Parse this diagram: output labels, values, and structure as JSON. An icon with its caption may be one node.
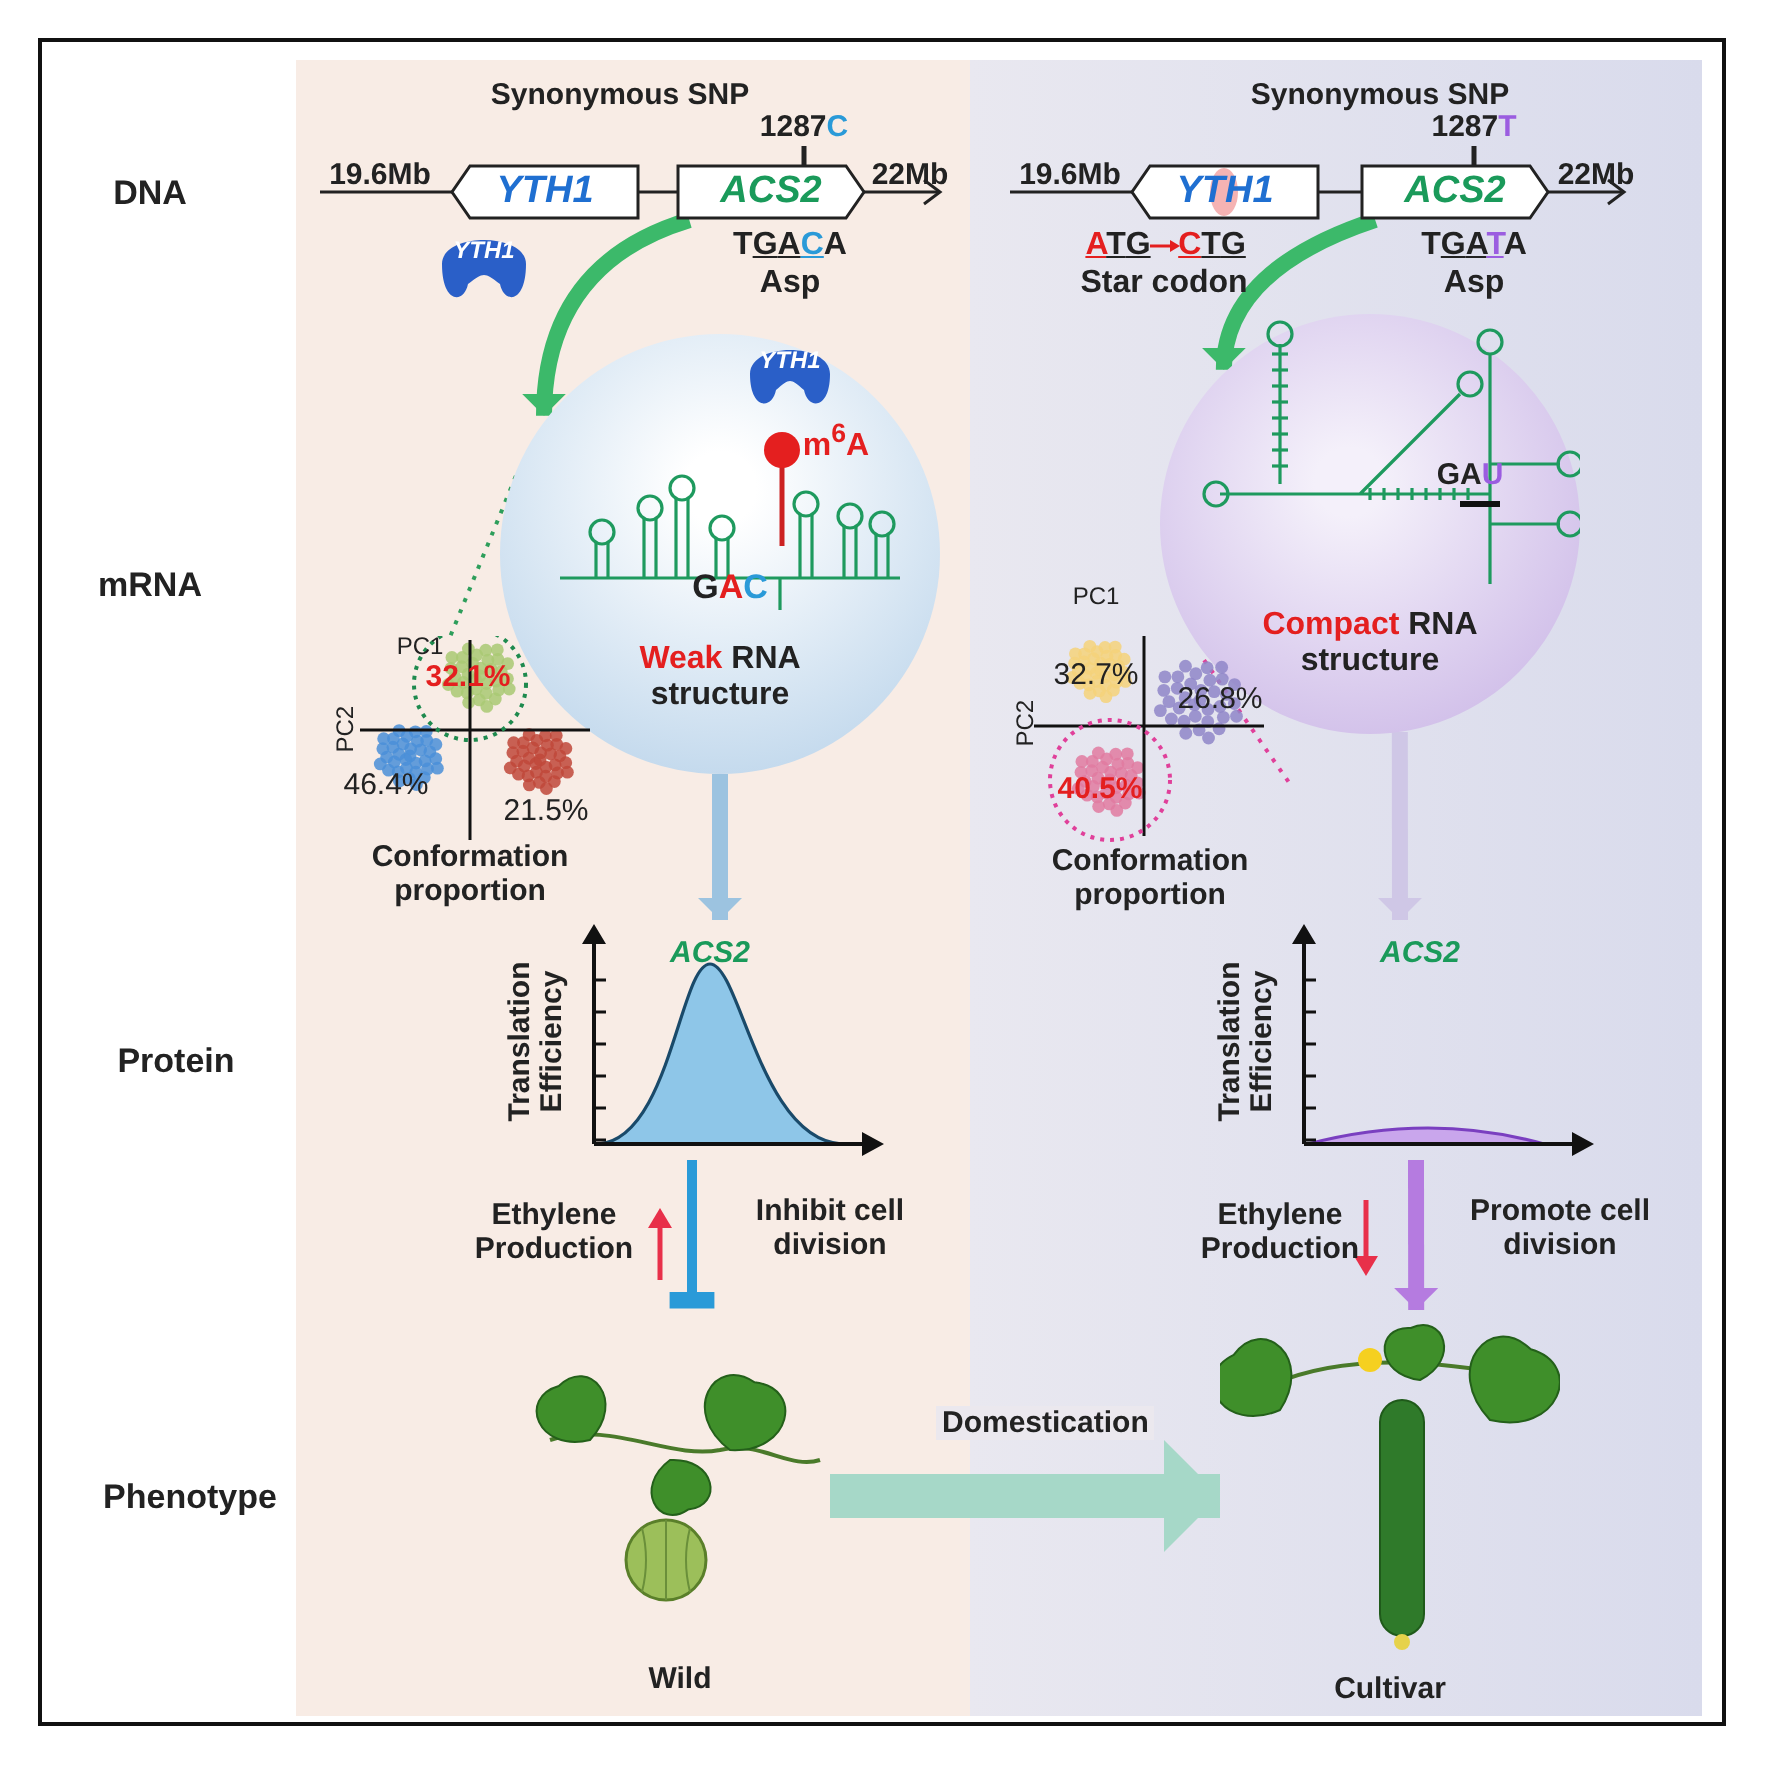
{
  "diagram": {
    "nodes": [
      {
        "text": [
          "YTH1"
        ]
      },
      {
        "text": [
          "ACS2"
        ]
      },
      {
        "text": [
          "YTH1"
        ]
      },
      {
        "text": [
          "YTH1"
        ]
      },
      {
        "text": [
          "ACS2"
        ]
      },
      {
        "text": [
          "Weak RNA structure"
        ]
      },
      {
        "text": [
          "YTH1"
        ],
        "in": 5
      },
      {
        "text": [],
        "shape": "picture",
        "beside": [
          "Conformation proportion"
        ]
      },
      {
        "text": [
          "Compact RNA structure"
        ]
      },
      {
        "text": [],
        "shape": "picture",
        "beside": [
          "Conformation proportion"
        ]
      },
      {
        "text": [
          "ACS2",
          "Translation Efficiency"
        ]
      },
      {
        "text": [
          "ACS2",
          "Translation Efficiency"
        ]
      },
      {
        "text": [],
        "shape": "picture",
        "beside": [
          "Wild"
        ]
      },
      {
        "text": [],
        "shape": "picture",
        "beside": [
          "Cultivar"
        ]
      }
    ],
    "edges": [
      {
        "from": 1,
        "to": 5,
        "arrow": "to",
        "color": "#3cb96a"
      },
      {
        "from": 4,
        "to": 8,
        "arrow": "to",
        "color": "#3cb96a"
      },
      {
        "from": 5,
        "to": 7,
        "arrow": "none",
        "style": "dashed",
        "color": "#2e9e5b"
      },
      {
        "from": 8,
        "to": 9,
        "arrow": "none",
        "style": "dashed",
        "color": "#e0409a"
      },
      {
        "from": 5,
        "to": 10,
        "arrow": "to",
        "color": "#9cc3e0"
      },
      {
        "from": 8,
        "to": 11,
        "arrow": "to",
        "color": "#cfc7e6"
      },
      {
        "from": 10,
        "to": null,
        "arrow": "other",
        "color": "#2a9ad8"
      },
      {
        "from": 11,
        "to": 13,
        "arrow": "to",
        "color": "#b57be0"
      },
      {
        "from": 12,
        "to": 13,
        "arrow": "to",
        "label": "Domestication",
        "style": "thick",
        "color": "#a6d8c8"
      }
    ],
    "labels": [
      "DNA",
      "mRNA",
      "Protein",
      "Phenotype",
      "Synonymous SNP",
      "1287C",
      "19.6Mb",
      "22Mb",
      "TGACA",
      "Asp",
      "Synonymous SNP",
      "1287T",
      "19.6Mb",
      "22Mb",
      "ATG",
      "CTG",
      "Star codon",
      "TGATA",
      "Asp",
      "m$^{6}$A",
      "GAC",
      "GAU",
      "PC1",
      "PC2",
      "32.1%",
      "46.4%",
      "21.5%",
      "PC1",
      "PC2",
      "32.7%",
      "26.8%",
      "40.5%",
      "Ethylene Production",
      "Inhibit cell division",
      "Ethylene Production",
      "Promote cell division"
    ]
  }
}
